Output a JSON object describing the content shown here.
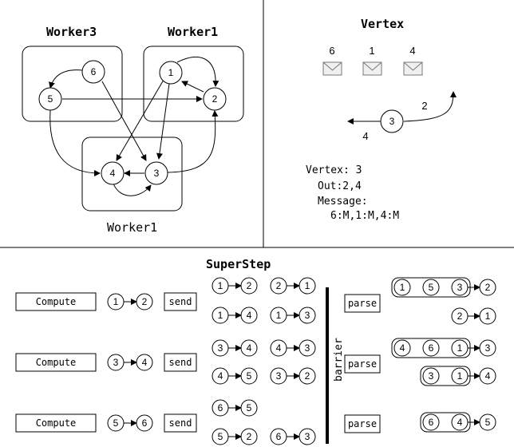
{
  "top_left": {
    "worker3_label": "Worker3",
    "worker1_top_label": "Worker1",
    "worker1_bottom_label": "Worker1",
    "nodes": [
      "6",
      "5",
      "1",
      "2",
      "4",
      "3"
    ]
  },
  "top_right": {
    "title": "Vertex",
    "message_ids": [
      "6",
      "1",
      "4"
    ],
    "center_node": "3",
    "out_label_right": "2",
    "out_label_left": "4",
    "info": {
      "line1": "Vertex: 3",
      "line2": "Out:2,4",
      "line3": "Message:",
      "line4": "6:M,1:M,4:M"
    }
  },
  "bottom": {
    "title": "SuperStep",
    "compute_label": "Compute",
    "send_label": "send",
    "parse_label": "parse",
    "barrier_label": "barrier",
    "compute_pairs": [
      [
        "1",
        "2"
      ],
      [
        "3",
        "4"
      ],
      [
        "5",
        "6"
      ]
    ],
    "send_pairs": [
      [
        "1",
        "2"
      ],
      [
        "2",
        "1"
      ],
      [
        "1",
        "4"
      ],
      [
        "1",
        "3"
      ],
      [
        "3",
        "4"
      ],
      [
        "4",
        "3"
      ],
      [
        "4",
        "5"
      ],
      [
        "3",
        "2"
      ],
      [
        "6",
        "5"
      ],
      [
        "5",
        "2"
      ],
      [
        "6",
        "3"
      ]
    ],
    "parse_groups": [
      {
        "sources": [
          "1",
          "5",
          "3"
        ],
        "target": "2"
      },
      {
        "sources": [
          "2"
        ],
        "target": "1"
      },
      {
        "sources": [
          "4",
          "6",
          "1"
        ],
        "target": "3"
      },
      {
        "sources": [
          "3",
          "1"
        ],
        "target": "4"
      },
      {
        "sources": [
          "6",
          "4"
        ],
        "target": "5"
      }
    ]
  }
}
